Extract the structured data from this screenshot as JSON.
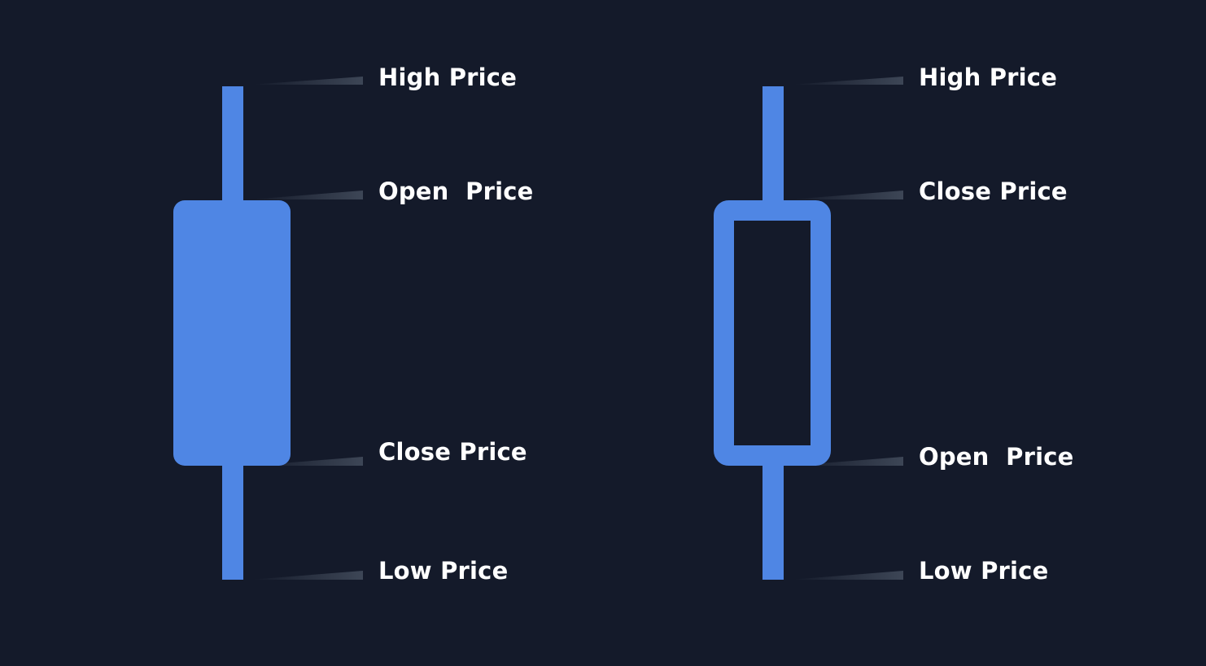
{
  "colors": {
    "background": "#141a2a",
    "candle": "#4f86e4",
    "leader": "#3d4656",
    "text": "#ffffff"
  },
  "candles": [
    {
      "style": "filled",
      "labels": {
        "high": "High Price",
        "upper_body": "Open  Price",
        "lower_body": "Close Price",
        "low": "Low Price"
      }
    },
    {
      "style": "hollow",
      "labels": {
        "high": "High Price",
        "upper_body": "Close Price",
        "lower_body": "Open  Price",
        "low": "Low Price"
      }
    }
  ]
}
